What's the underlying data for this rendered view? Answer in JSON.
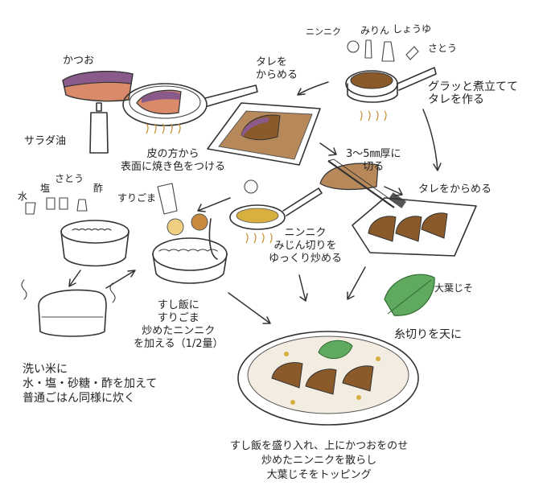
{
  "labels": {
    "katsuo": "かつお",
    "salad_oil": "サラダ油",
    "sear": "皮の方から\n表面に焼き色をつける",
    "tare_coat_1": "タレを\nからめる",
    "ninniku_top": "ニンニク",
    "mirin": "みりん",
    "shoyu": "しょうゆ",
    "sato_top": "さとう",
    "simmer": "グラッと煮立てて\nタレを作る",
    "cut": "3～5㎜厚に\n切る",
    "tare_coat_2": "タレをからめる",
    "mizu": "水",
    "shio": "塩",
    "sato_left": "さとう",
    "su": "酢",
    "surigoma": "すりごま",
    "garlic_fry": "ニンニク\nみじん切りを\nゆっくり炒める",
    "ooba": "大葉じそ",
    "ito": "糸切りを天に",
    "mix": "すし飯に\nすりごま\n炒めたニンニク\nを加える（1/2量）",
    "rice": "洗い米に\n水・塩・砂糖・酢を加えて\n普通ごはん同様に炊く",
    "final": "すし飯を盛り入れ、上にかつおをのせ\n炒めたニンニクを散らし\n大葉じそをトッピング"
  },
  "colors": {
    "katsuo_skin": "#8a5a8a",
    "katsuo_flesh": "#d98a6a",
    "tare": "#8b5a2b",
    "garlic": "#d8b040",
    "shiso": "#5faa5f",
    "flame": "#c89030",
    "ink": "#333333"
  }
}
